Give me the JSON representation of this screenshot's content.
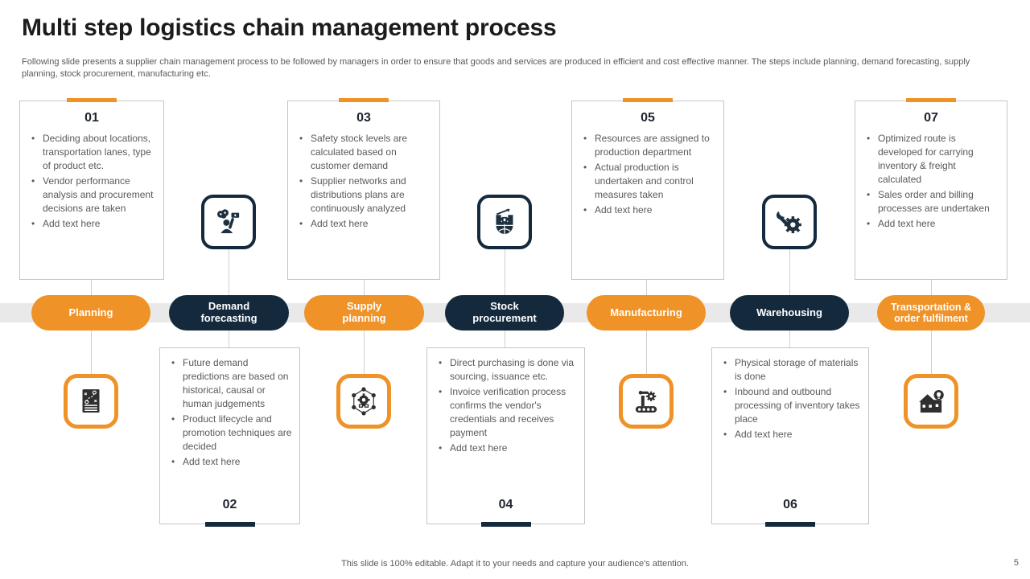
{
  "slide": {
    "title": "Multi step logistics chain management process",
    "subtitle": "Following slide presents a supplier chain management process to be followed by managers in order to ensure that goods and services are produced in efficient and cost effective manner. The steps include planning, demand forecasting, supply planning, stock procurement, manufacturing etc.",
    "footer": "This slide is 100% editable. Adapt it to your needs and capture your audience's attention.",
    "page_number": "5"
  },
  "colors": {
    "accent_orange": "#EF9227",
    "accent_navy": "#14293C",
    "body_text": "#595959",
    "band_gray": "#E9E9E9",
    "box_border": "#C6C6C6"
  },
  "steps": [
    {
      "number": "01",
      "label": "Planning",
      "accent": "orange",
      "box_position": "top",
      "icon": "strategy-playbook-icon",
      "bullets": [
        "Deciding about locations, transportation lanes, type of product etc.",
        "Vendor performance analysis and procurement decisions are taken",
        "Add text here"
      ]
    },
    {
      "number": "02",
      "label": "Demand forecasting",
      "accent": "navy",
      "box_position": "bottom",
      "icon": "person-media-analysis-icon",
      "bullets": [
        "Future demand predictions are based on historical, causal or human judgements",
        "Product lifecycle and promotion techniques are decided",
        "Add text here"
      ]
    },
    {
      "number": "03",
      "label": "Supply planning",
      "accent": "orange",
      "box_position": "top",
      "icon": "network-gear-icon",
      "bullets": [
        "Safety stock levels are calculated based on customer demand",
        "Supplier networks and distributions plans are continuously analyzed",
        "Add text here"
      ]
    },
    {
      "number": "04",
      "label": "Stock procurement",
      "accent": "navy",
      "box_position": "bottom",
      "icon": "globe-chart-icon",
      "bullets": [
        "Direct purchasing is done via sourcing, issuance etc.",
        "Invoice verification process confirms the vendor's credentials and receives payment",
        "Add text here"
      ]
    },
    {
      "number": "05",
      "label": "Manufacturing",
      "accent": "orange",
      "box_position": "top",
      "icon": "robotic-arm-conveyor-icon",
      "bullets": [
        "Resources are assigned to production department",
        "Actual production is undertaken and control measures taken",
        "Add text here"
      ]
    },
    {
      "number": "06",
      "label": "Warehousing",
      "accent": "navy",
      "box_position": "bottom",
      "icon": "wrench-gear-icon",
      "bullets": [
        "Physical storage of materials is done",
        "Inbound and outbound processing of inventory takes place",
        "Add text here"
      ]
    },
    {
      "number": "07",
      "label": "Transportation & order fulfilment",
      "accent": "orange",
      "box_position": "top",
      "icon": "warehouse-bulb-icon",
      "bullets": [
        "Optimized route is developed for carrying inventory & freight calculated",
        "Sales order and billing processes are undertaken",
        "Add text here"
      ]
    }
  ]
}
